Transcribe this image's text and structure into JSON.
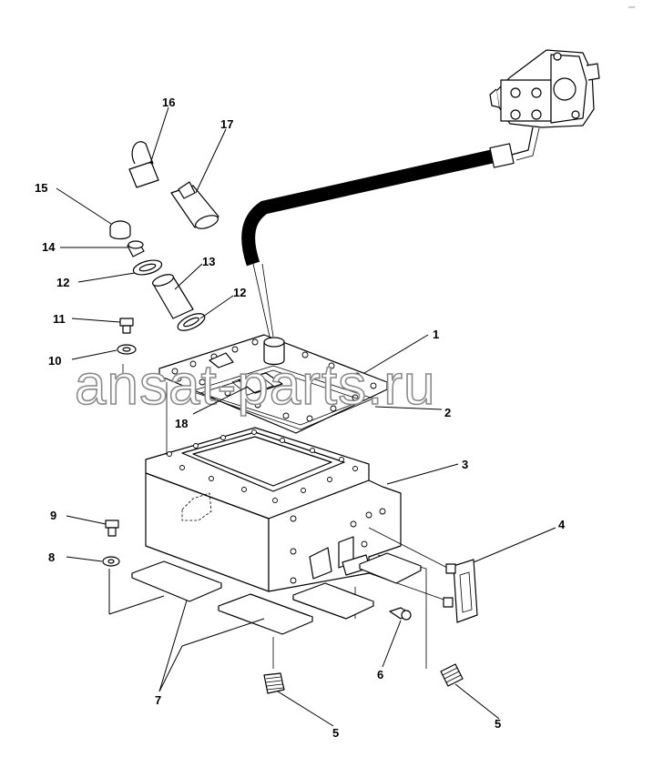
{
  "watermark": "ansat-parts.ru",
  "corner_mark": "━━",
  "callouts": [
    {
      "id": "c1",
      "text": "1"
    },
    {
      "id": "c2",
      "text": "2"
    },
    {
      "id": "c3",
      "text": "3"
    },
    {
      "id": "c4",
      "text": "4"
    },
    {
      "id": "c5a",
      "text": "5"
    },
    {
      "id": "c5b",
      "text": "5"
    },
    {
      "id": "c6",
      "text": "6"
    },
    {
      "id": "c7",
      "text": "7"
    },
    {
      "id": "c8",
      "text": "8"
    },
    {
      "id": "c9",
      "text": "9"
    },
    {
      "id": "c10",
      "text": "10"
    },
    {
      "id": "c11",
      "text": "11"
    },
    {
      "id": "c12a",
      "text": "12"
    },
    {
      "id": "c12b",
      "text": "12"
    },
    {
      "id": "c13",
      "text": "13"
    },
    {
      "id": "c14",
      "text": "14"
    },
    {
      "id": "c15",
      "text": "15"
    },
    {
      "id": "c16",
      "text": "16"
    },
    {
      "id": "c17",
      "text": "17"
    },
    {
      "id": "c18",
      "text": "18"
    }
  ]
}
